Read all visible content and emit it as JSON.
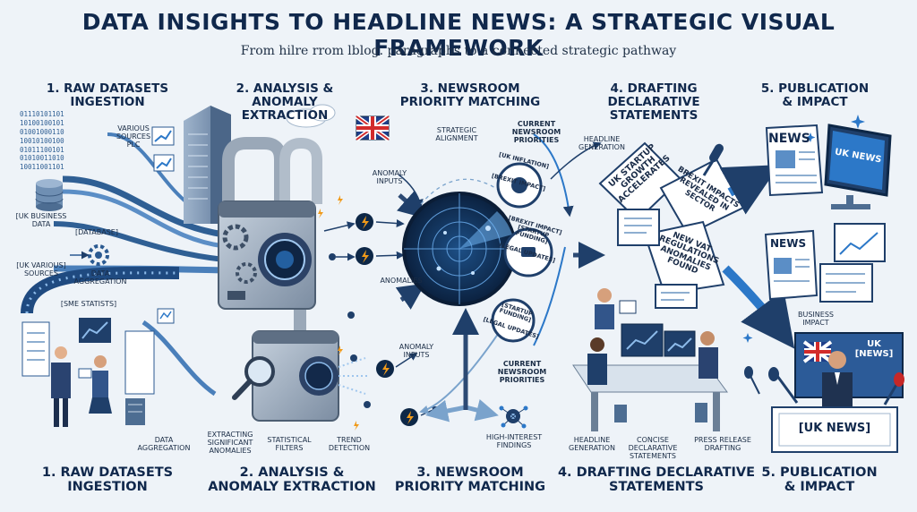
{
  "header": {
    "title": "DATA INSIGHTS TO HEADLINE NEWS: A STRATEGIC VISUAL FRAMEWORK",
    "subtitle": "From hilre rrom lblog. paragraphs to a connected strategic pathway"
  },
  "stages_top": [
    {
      "line1": "1. RAW DATASETS",
      "line2": "INGESTION"
    },
    {
      "line1": "2. ANALYSIS &",
      "line2": "ANOMALY",
      "line3": "EXTRACTION"
    },
    {
      "line1": "3. NEWSROOM",
      "line2": "PRIORITY MATCHING"
    },
    {
      "line1": "4. DRAFTING",
      "line2": "DECLARATIVE",
      "line3": "STATEMENTS"
    },
    {
      "line1": "5. PUBLICATION",
      "line2": "& IMPACT"
    }
  ],
  "stages_bottom": [
    {
      "line1": "1. RAW DATASETS",
      "line2": "INGESTION"
    },
    {
      "line1": "2. ANALYSIS &",
      "line2": "ANOMALY EXTRACTION"
    },
    {
      "line1": "3. NEWSROOM",
      "line2": "PRIORITY MATCHING"
    },
    {
      "line1": "4. DRAFTING DECLARATIVE",
      "line2": "STATEMENTS"
    },
    {
      "line1": "5. PUBLICATION",
      "line2": "& IMPACT"
    }
  ],
  "ingestion": {
    "binary": [
      "01110101101",
      "10100100101",
      "01001000110",
      "10010100100",
      "01011100101",
      "01010011010",
      "10011001101"
    ],
    "various_sources": [
      "VARIOUS",
      "SOURCES",
      "PLC"
    ],
    "uk_business_data": [
      "[UK BUSINESS",
      "DATA"
    ],
    "database": "[DATABASE]",
    "uk_various_sources": [
      "[UK VARIOUS]",
      "SOURCES"
    ],
    "data_aggregation": [
      "DATA",
      "AGGREGATION"
    ],
    "sme_statistics": "[SME STATISTS]",
    "data_aggregation_bottom": [
      "DATA",
      "AGGREGATION"
    ]
  },
  "analysis": {
    "anomaly_inputs_top": [
      "ANOMALY",
      "INPUTS"
    ],
    "anomalies": "ANOMALIES",
    "anomaly_inputs_bottom": [
      "ANOMALY",
      "INPUTS"
    ],
    "extracting": [
      "EXTRACTING",
      "SIGNIFICANT",
      "ANOMALIES"
    ],
    "statistical_filters": [
      "STATISTICAL",
      "FILTERS"
    ],
    "trend_detection": [
      "TREND",
      "DETECTION"
    ]
  },
  "matching": {
    "strategic_alignment": [
      "STRATEGIC",
      "ALIGNMENT"
    ],
    "current_priorities_top": [
      "CURRENT",
      "NEWSROOM",
      "PRIORITIES"
    ],
    "circle_inflation": [
      "[UK INFLATION]",
      "[BREXIT IMPACT]"
    ],
    "circle_brexit": [
      "[BREXIT IMPACT]",
      "[STARTUP FUNDING]",
      "[LEGAL UPDATES]"
    ],
    "circle_startup": [
      "[STARTUP FUNDING]",
      "[LEGAL UPDATES]"
    ],
    "current_priorities_bottom": [
      "CURRENT",
      "NEWSROOM",
      "PRIORITIES"
    ],
    "high_interest": [
      "HIGH-INTEREST",
      "FINDINGS"
    ]
  },
  "drafting": {
    "headline_generation_top": [
      "HEADLINE",
      "GENERATION"
    ],
    "bubble_1": [
      "UK STARTUP",
      "GROWTH",
      "ACCELERATES"
    ],
    "bubble_2": [
      "BREXIT IMPACTS",
      "REVEALED IN",
      "SECTOR"
    ],
    "bubble_3": [
      "NEW VAT",
      "REGULATIONS",
      "ANOMALIES",
      "FOUND"
    ],
    "headline_generation_bottom": [
      "HEADLINE",
      "GENERATION"
    ],
    "concise": [
      "CONCISE",
      "DECLARATIVE",
      "STATEMENTS"
    ],
    "press_release": [
      "PRESS RELEASE",
      "DRAFTING"
    ]
  },
  "publication": {
    "news_paper_1": "NEWS",
    "monitor_1": "UK NEWS",
    "news_paper_2": "NEWS",
    "business_impact": [
      "BUSINESS",
      "IMPACT"
    ],
    "studio_screen": [
      "UK",
      "[NEWS]"
    ],
    "desk_banner": "[UK NEWS]"
  },
  "colors": {
    "navy": "#10284c",
    "accent_blue": "#2c78c8",
    "light_blue": "#9fc6ee",
    "radar_dark": "#0d2747",
    "orange": "#f09a1a",
    "background": "#eef3f8"
  }
}
